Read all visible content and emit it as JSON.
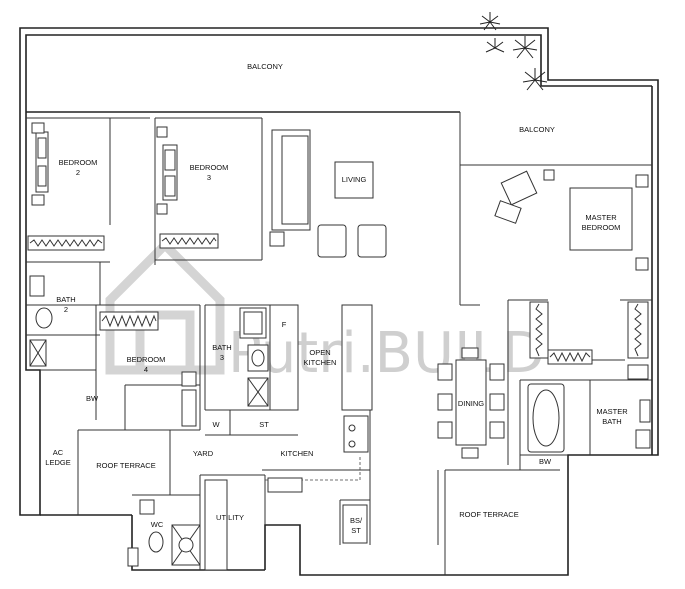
{
  "watermark": "Putri.BUILD",
  "rooms": {
    "balcony_top": "BALCONY",
    "balcony_right": "BALCONY",
    "bedroom2": [
      "BEDROOM",
      "2"
    ],
    "bedroom3": [
      "BEDROOM",
      "3"
    ],
    "living": "LIVING",
    "master_bedroom": [
      "MASTER",
      "BEDROOM"
    ],
    "bath2": [
      "BATH",
      "2"
    ],
    "bedroom4": [
      "BEDROOM",
      "4"
    ],
    "bath3": [
      "BATH",
      "3"
    ],
    "fridge": "F",
    "open_kitchen": [
      "OPEN",
      "KITCHEN"
    ],
    "dining": "DINING",
    "master_bath": [
      "MASTER",
      "BATH"
    ],
    "bw_left": "BW",
    "w": "W",
    "st": "ST",
    "ac_ledge": [
      "AC",
      "LEDGE"
    ],
    "roof_terrace_left": "ROOF TERRACE",
    "yard": "YARD",
    "kitchen": "KITCHEN",
    "bw_right": "BW",
    "roof_terrace_right": "ROOF TERRACE",
    "wc": "WC",
    "utility": "UTILITY",
    "bs_st": [
      "BS/",
      "ST"
    ]
  }
}
